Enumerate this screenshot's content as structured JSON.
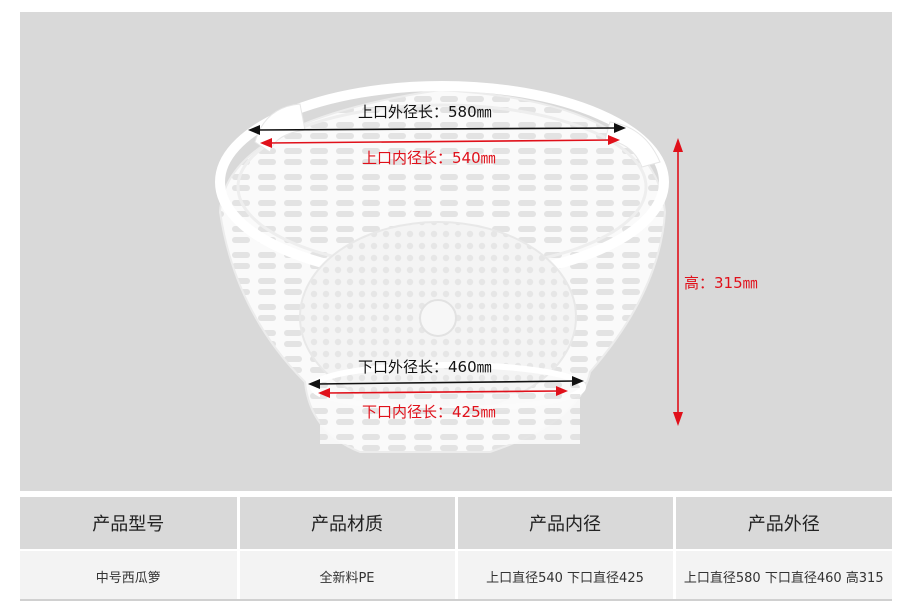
{
  "product_image": {
    "labels": {
      "top_outer": "上口外径长：580㎜",
      "top_inner": "上口内径长：540㎜",
      "height": "高：315㎜",
      "bottom_outer": "下口外径长：460㎜",
      "bottom_inner": "下口内径长：425㎜"
    },
    "colors": {
      "background": "#d9d9d9",
      "basket": "#ffffff",
      "black_arrow": "#111111",
      "red_arrow": "#e0101a"
    }
  },
  "spec_table": {
    "headers": [
      "产品型号",
      "产品材质",
      "产品内径",
      "产品外径"
    ],
    "row": [
      "中号西瓜箩",
      "全新料PE",
      "上口直径540  下口直径425",
      "上口直径580  下口直径460 高315"
    ]
  }
}
